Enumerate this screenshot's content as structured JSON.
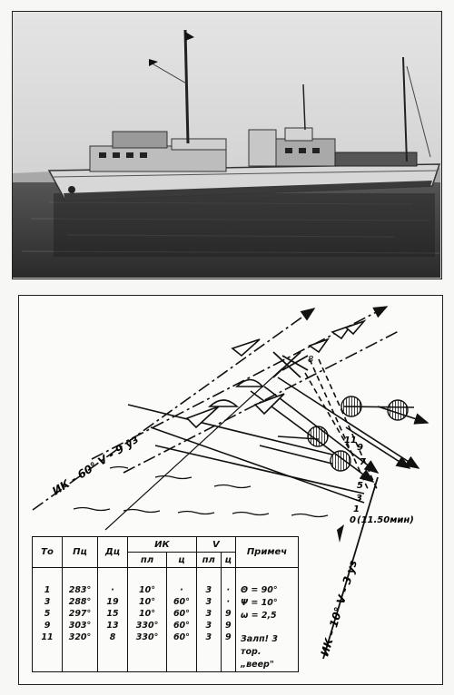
{
  "diagram": {
    "track_upper_label": "ИК - 60°  V - 9 уз",
    "track_lower_label": "ИК - 10°  V - 3 уз",
    "time_marks": [
      "11",
      "9",
      "7",
      "5",
      "3",
      "1",
      "0"
    ],
    "time_note": "(11.50мин)"
  },
  "table": {
    "headers": {
      "t": "Tо",
      "pc": "Пц",
      "dc": "Дц",
      "ik": "ИК",
      "v": "V",
      "note": "Примеч",
      "ik_pl": "пл",
      "ik_c": "ц",
      "v_pl": "пл",
      "v_c": "ц"
    },
    "rows": [
      {
        "t": "1",
        "pc": "283°",
        "dc": "·",
        "ik_pl": "10°",
        "ik_c": "·",
        "v_pl": "3",
        "v_c": "·"
      },
      {
        "t": "3",
        "pc": "288°",
        "dc": "19",
        "ik_pl": "10°",
        "ik_c": "60°",
        "v_pl": "3",
        "v_c": "·"
      },
      {
        "t": "5",
        "pc": "297°",
        "dc": "15",
        "ik_pl": "10°",
        "ik_c": "60°",
        "v_pl": "3",
        "v_c": "9"
      },
      {
        "t": "9",
        "pc": "303°",
        "dc": "13",
        "ik_pl": "330°",
        "ik_c": "60°",
        "v_pl": "3",
        "v_c": "9"
      },
      {
        "t": "11",
        "pc": "320°",
        "dc": "8",
        "ik_pl": "330°",
        "ik_c": "60°",
        "v_pl": "3",
        "v_c": "9"
      }
    ],
    "notes": [
      "Θ = 90°",
      "Ψ = 10°",
      "ω = 2,5",
      "Залп! 3 тор.",
      "„веер\""
    ]
  }
}
